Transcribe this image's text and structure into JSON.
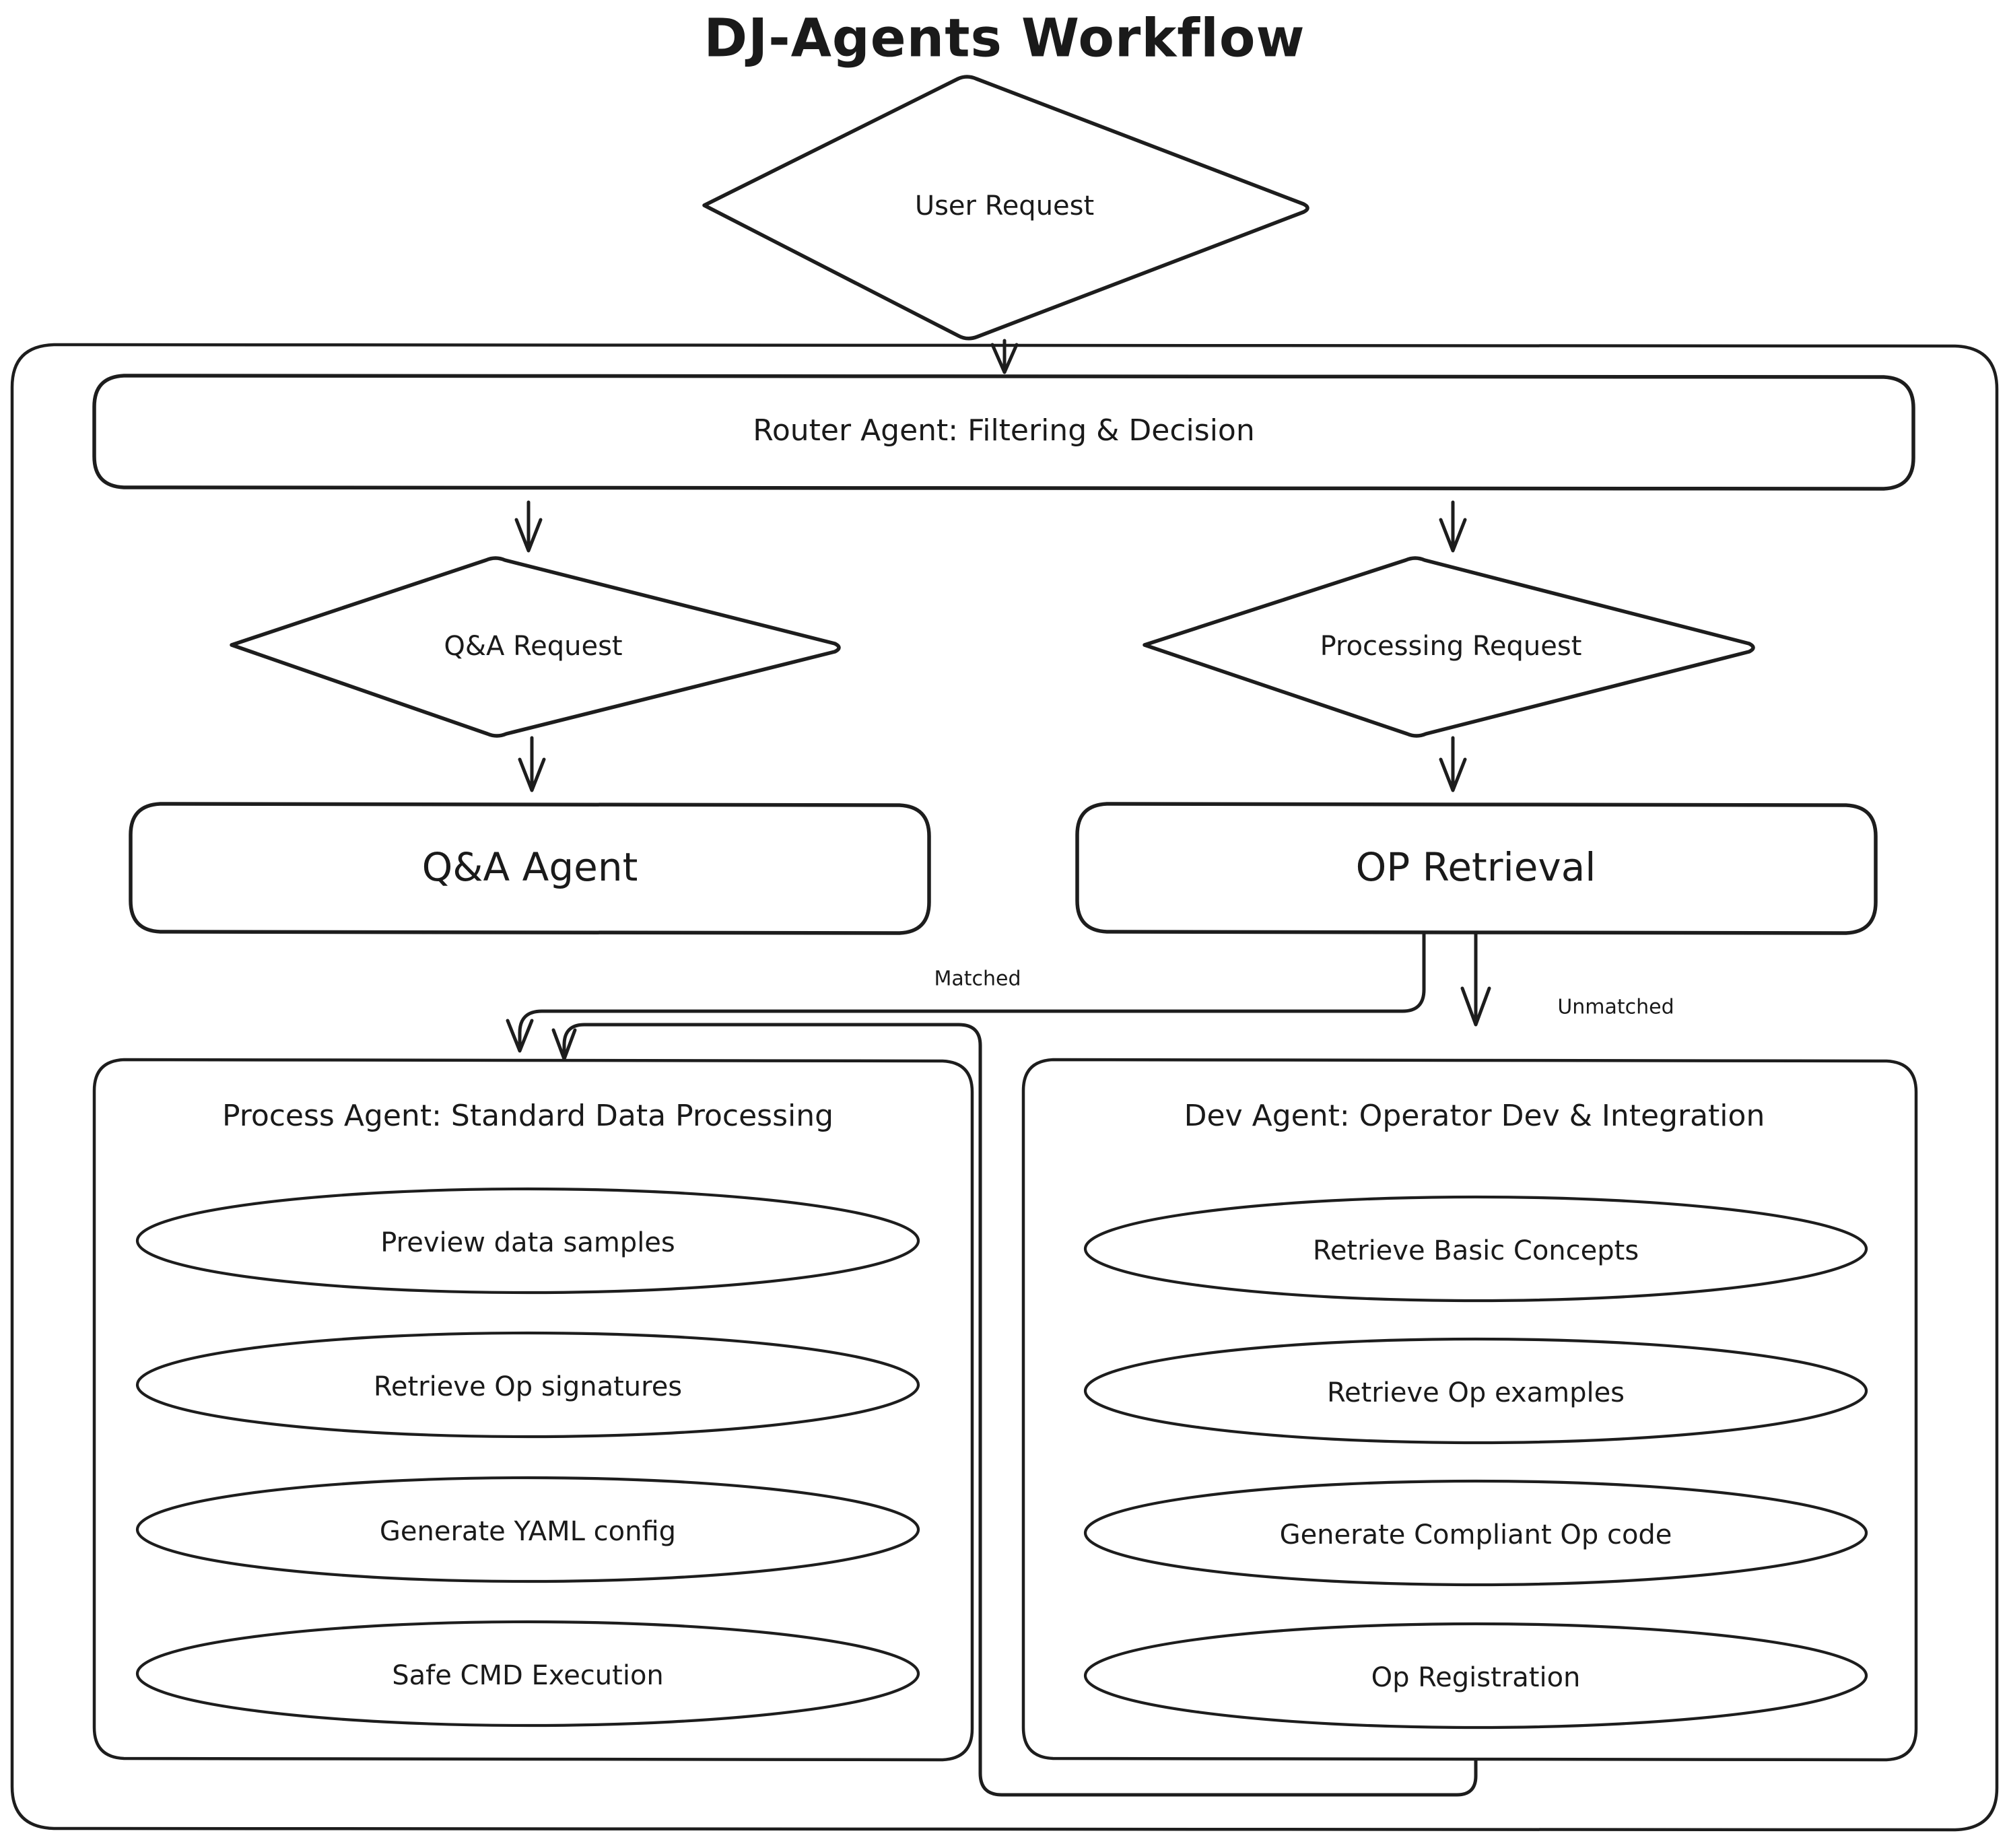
{
  "diagram": {
    "title": "DJ-Agents Workflow",
    "type": "flowchart",
    "background_color": "#ffffff",
    "stroke_color": "#1d1d1d",
    "text_color": "#1a1a1a",
    "style": "hand-drawn"
  },
  "nodes": {
    "user_request": {
      "label": "User Request",
      "shape": "diamond"
    },
    "router_agent": {
      "label": "Router Agent: Filtering & Decision",
      "shape": "rounded-rect"
    },
    "qa_request": {
      "label": "Q&A Request",
      "shape": "diamond"
    },
    "processing_request": {
      "label": "Processing Request",
      "shape": "diamond"
    },
    "qa_agent": {
      "label": "Q&A Agent",
      "shape": "rounded-rect"
    },
    "op_retrieval": {
      "label": "OP Retrieval",
      "shape": "rounded-rect"
    }
  },
  "subgraphs": {
    "process_agent": {
      "title": "Process Agent: Standard Data Processing",
      "steps": [
        {
          "label": "Preview data samples"
        },
        {
          "label": "Retrieve Op signatures"
        },
        {
          "label": "Generate YAML config"
        },
        {
          "label": "Safe CMD Execution"
        }
      ]
    },
    "dev_agent": {
      "title": "Dev Agent: Operator Dev & Integration",
      "steps": [
        {
          "label": "Retrieve Basic Concepts"
        },
        {
          "label": "Retrieve Op examples"
        },
        {
          "label": "Generate Compliant Op code"
        },
        {
          "label": "Op Registration"
        }
      ]
    }
  },
  "edge_labels": {
    "matched": "Matched",
    "unmatched": "Unmatched"
  }
}
